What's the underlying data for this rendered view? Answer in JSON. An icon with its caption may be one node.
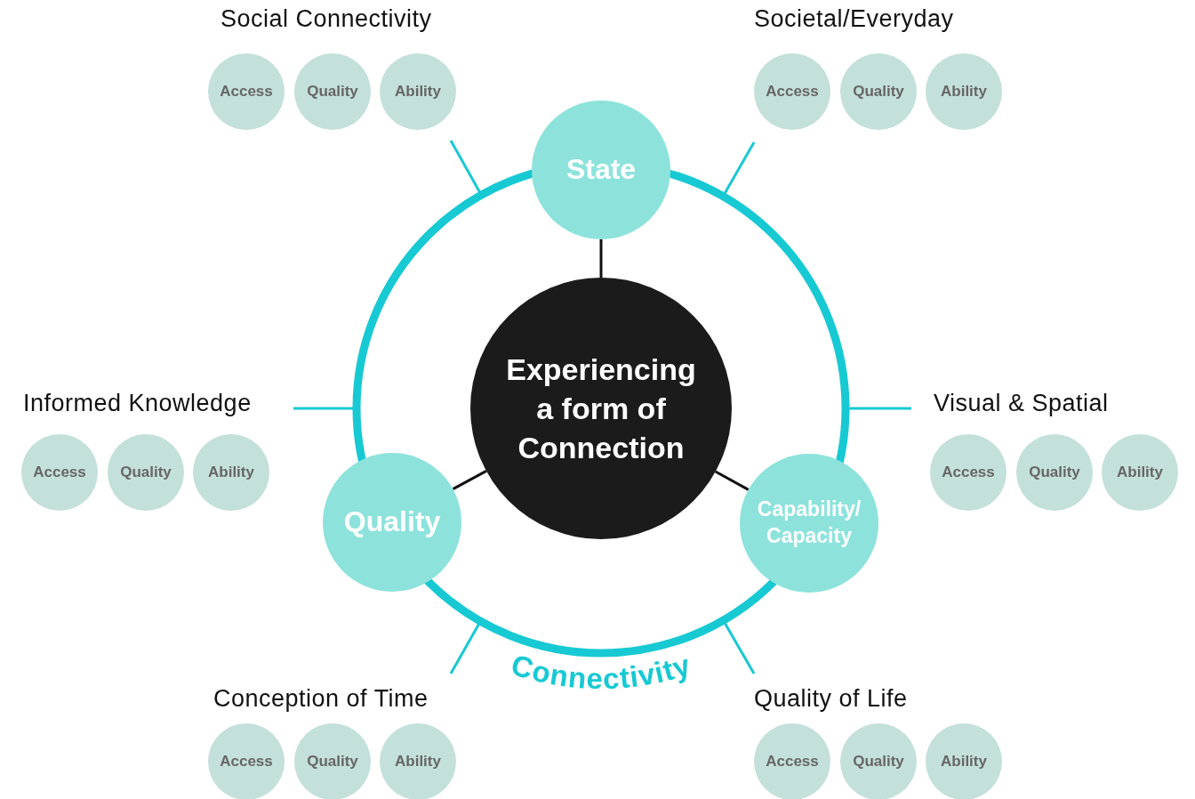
{
  "diagram": {
    "nodes": [
      {
        "text": [
          "Connectivity"
        ]
      },
      {
        "text": [
          "Experiencing a form of Connection"
        ],
        "in": 0
      },
      {
        "text": [
          "State"
        ]
      },
      {
        "text": [
          "Quality"
        ]
      },
      {
        "text": [
          "Capability/ Capacity"
        ]
      },
      {
        "text": [
          "Social Connectivity"
        ]
      },
      {
        "text": [
          "Access"
        ]
      },
      {
        "text": [
          "Quality"
        ]
      },
      {
        "text": [
          "Ability"
        ]
      },
      {
        "text": [
          "Societal/Everyday"
        ]
      },
      {
        "text": [
          "Access"
        ]
      },
      {
        "text": [
          "Quality"
        ]
      },
      {
        "text": [
          "Ability"
        ]
      },
      {
        "text": [
          "Informed Knowledge"
        ]
      },
      {
        "text": [
          "Access"
        ]
      },
      {
        "text": [
          "Quality"
        ]
      },
      {
        "text": [
          "Ability"
        ]
      },
      {
        "text": [
          "Visual & Spatial"
        ]
      },
      {
        "text": [
          "Access"
        ]
      },
      {
        "text": [
          "Quality"
        ]
      },
      {
        "text": [
          "Ability"
        ]
      },
      {
        "text": [
          "Conception of Time"
        ]
      },
      {
        "text": [
          "Access"
        ]
      },
      {
        "text": [
          "Quality"
        ]
      },
      {
        "text": [
          "Ability"
        ]
      },
      {
        "text": [
          "Quality of Life"
        ]
      },
      {
        "text": [
          "Access"
        ]
      },
      {
        "text": [
          "Quality"
        ]
      },
      {
        "text": [
          "Ability"
        ]
      }
    ],
    "edges": [
      {
        "from": 1,
        "to": 2,
        "arrow": "none",
        "color": "#111111"
      },
      {
        "from": 1,
        "to": 3,
        "arrow": "none",
        "color": "#111111"
      },
      {
        "from": 1,
        "to": 4,
        "arrow": "none",
        "color": "#111111"
      },
      {
        "from": 0,
        "to": 8,
        "arrow": "none"
      },
      {
        "from": 0,
        "to": 10,
        "arrow": "none"
      },
      {
        "from": 0,
        "to": 13,
        "arrow": "none"
      },
      {
        "from": 0,
        "to": 17,
        "arrow": "none"
      },
      {
        "from": 0,
        "to": 21,
        "arrow": "none"
      },
      {
        "from": 0,
        "to": 25,
        "arrow": "none"
      }
    ]
  }
}
